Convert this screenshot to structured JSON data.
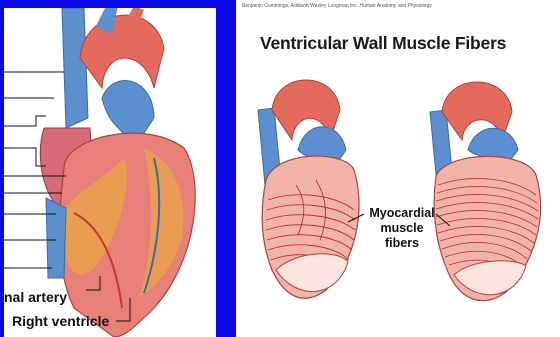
{
  "left_figure": {
    "labels": {
      "coronary_artery": "nal artery",
      "right_ventricle": "Right ventricle"
    }
  },
  "right_figure": {
    "title": "Ventricular Wall Muscle Fibers",
    "credit": "Benjamin Cummings, Addison Wesley Longman Inc. Human Anatomy and Physiology",
    "callout_lines": [
      "Myocardial",
      "muscle",
      "fibers"
    ]
  },
  "colors": {
    "background": "#0a0ae6",
    "panel": "#ffffff",
    "myocardium": "#e8807a",
    "vessel_blue": "#5b8fd0",
    "fat": "#e9a24a",
    "fiber_line": "#b8302e"
  }
}
